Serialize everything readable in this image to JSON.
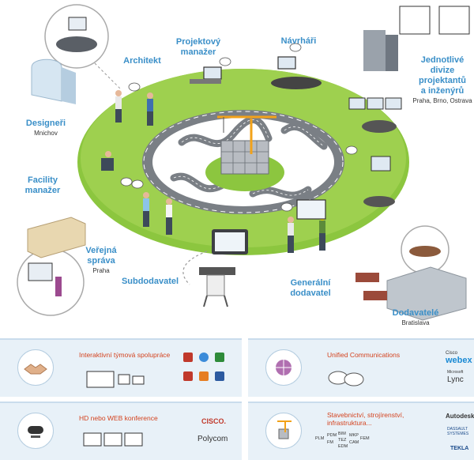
{
  "labels": {
    "projektovy_manazer": "Projektový\nmanažer",
    "navrhari": "Návrháři",
    "architekt": "Architekt",
    "jednotlive_divize": "Jednotlivé\ndivize\nprojektantů\na inženýrů",
    "jednotlive_divize_city": "Praha, Brno, Ostrava",
    "designeri": "Designeři",
    "designeri_city": "Mnichov",
    "facility_manazer": "Facility\nmanažer",
    "verejna_sprava": "Veřejná\nspráva",
    "verejna_sprava_city": "Praha",
    "subdodavatel": "Subdodavatel",
    "generalni_dodavatel": "Generální\ndodavatel",
    "dodavatele": "Dodavatelé",
    "dodavatele_city": "Bratislava"
  },
  "panels": {
    "p1_title": "Interaktivní týmová spolupráce",
    "p2_title": "Unified Communications",
    "p3_title": "HD nebo WEB konference",
    "p4_title": "Stavebnictví, strojírenství,\ninfrastruktura...",
    "p4_abbr": [
      "PLM",
      "PDM",
      "FM",
      "BIM",
      "TEZ",
      "EDM",
      "MKP",
      "CAM",
      "FEM"
    ]
  },
  "brands": {
    "cisco_webex_top": "Cisco",
    "webex": "webex",
    "microsoft": "Microsoft",
    "lync": "Lync",
    "cisco": "CISCO.",
    "polycom": "Polycom",
    "autodesk": "Autodesk",
    "dassault": "DASSAULT SYSTEMES",
    "tekla": "TEKLA"
  },
  "colors": {
    "ring_green": "#8cc63f",
    "road_gray": "#7a7f85",
    "label_blue": "#3a8fc8",
    "panel_title_red": "#d4431f",
    "panel_bg": "#e8f1f8"
  }
}
